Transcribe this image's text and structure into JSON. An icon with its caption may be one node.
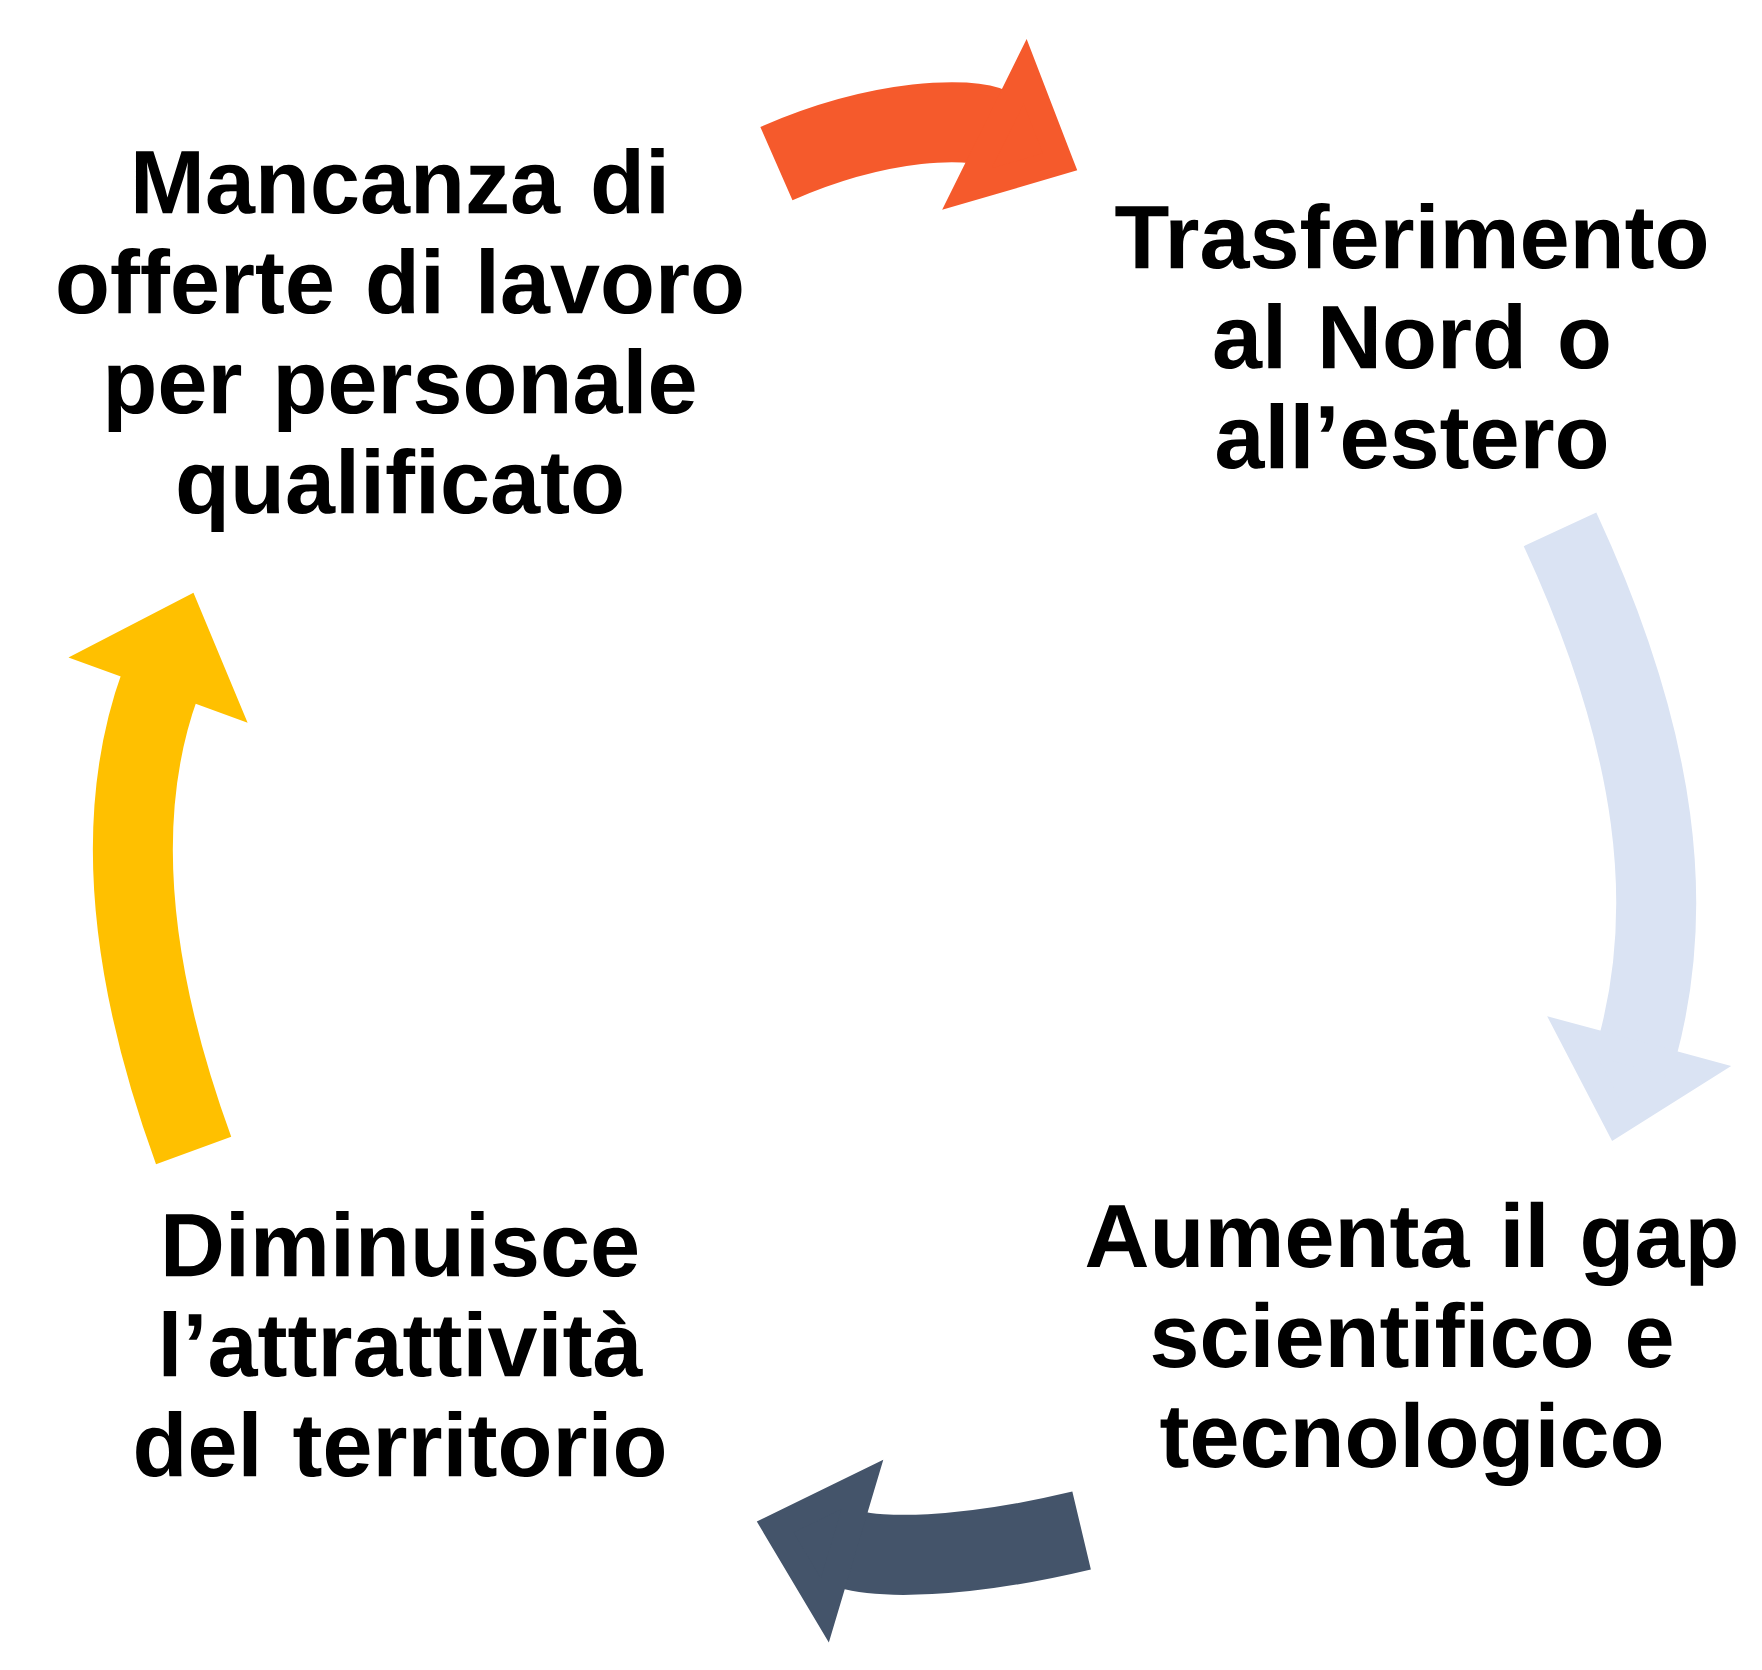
{
  "diagram": {
    "nodes": [
      {
        "text": [
          "Mancanza di offerte di lavoro per personale qualificato"
        ]
      },
      {
        "text": [
          "Trasferimento al Nord o all’estero"
        ]
      },
      {
        "text": [
          "Aumenta il gap scientifico e tecnologico"
        ]
      },
      {
        "text": [
          "Diminuisce l’attrattività del territorio"
        ]
      }
    ],
    "edges": [
      {
        "from": 0,
        "to": 1,
        "arrow": "to",
        "color": "#f55a2c"
      },
      {
        "from": 1,
        "to": 2,
        "arrow": "to",
        "color": "#dae3f3"
      },
      {
        "from": 2,
        "to": 3,
        "arrow": "to",
        "color": "#44546a"
      },
      {
        "from": 3,
        "to": 0,
        "arrow": "to",
        "color": "#ffc000"
      }
    ]
  }
}
